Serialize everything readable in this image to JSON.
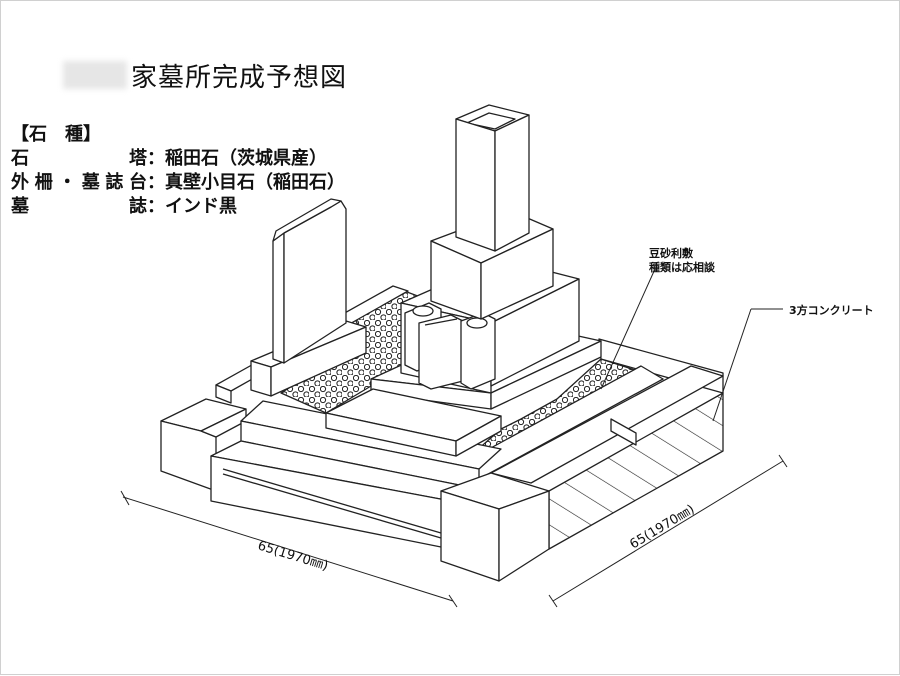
{
  "title": "家墓所完成予想図",
  "spec": {
    "heading": "【石　種】",
    "rows": [
      {
        "label": "石　　塔",
        "sep": "：",
        "value": "稲田石（茨城県産）"
      },
      {
        "label": "外柵・墓誌台",
        "sep": "：",
        "value": "真壁小目石（稲田石）"
      },
      {
        "label": "墓　　誌",
        "sep": "：",
        "value": "インド黒"
      }
    ]
  },
  "notes": {
    "gravel": [
      "豆砂利敷",
      "種類は応相談"
    ],
    "concrete": "3方コンクリート"
  },
  "dimensions": {
    "front": "65(1970㎜)",
    "side": "65(1970㎜)"
  }
}
